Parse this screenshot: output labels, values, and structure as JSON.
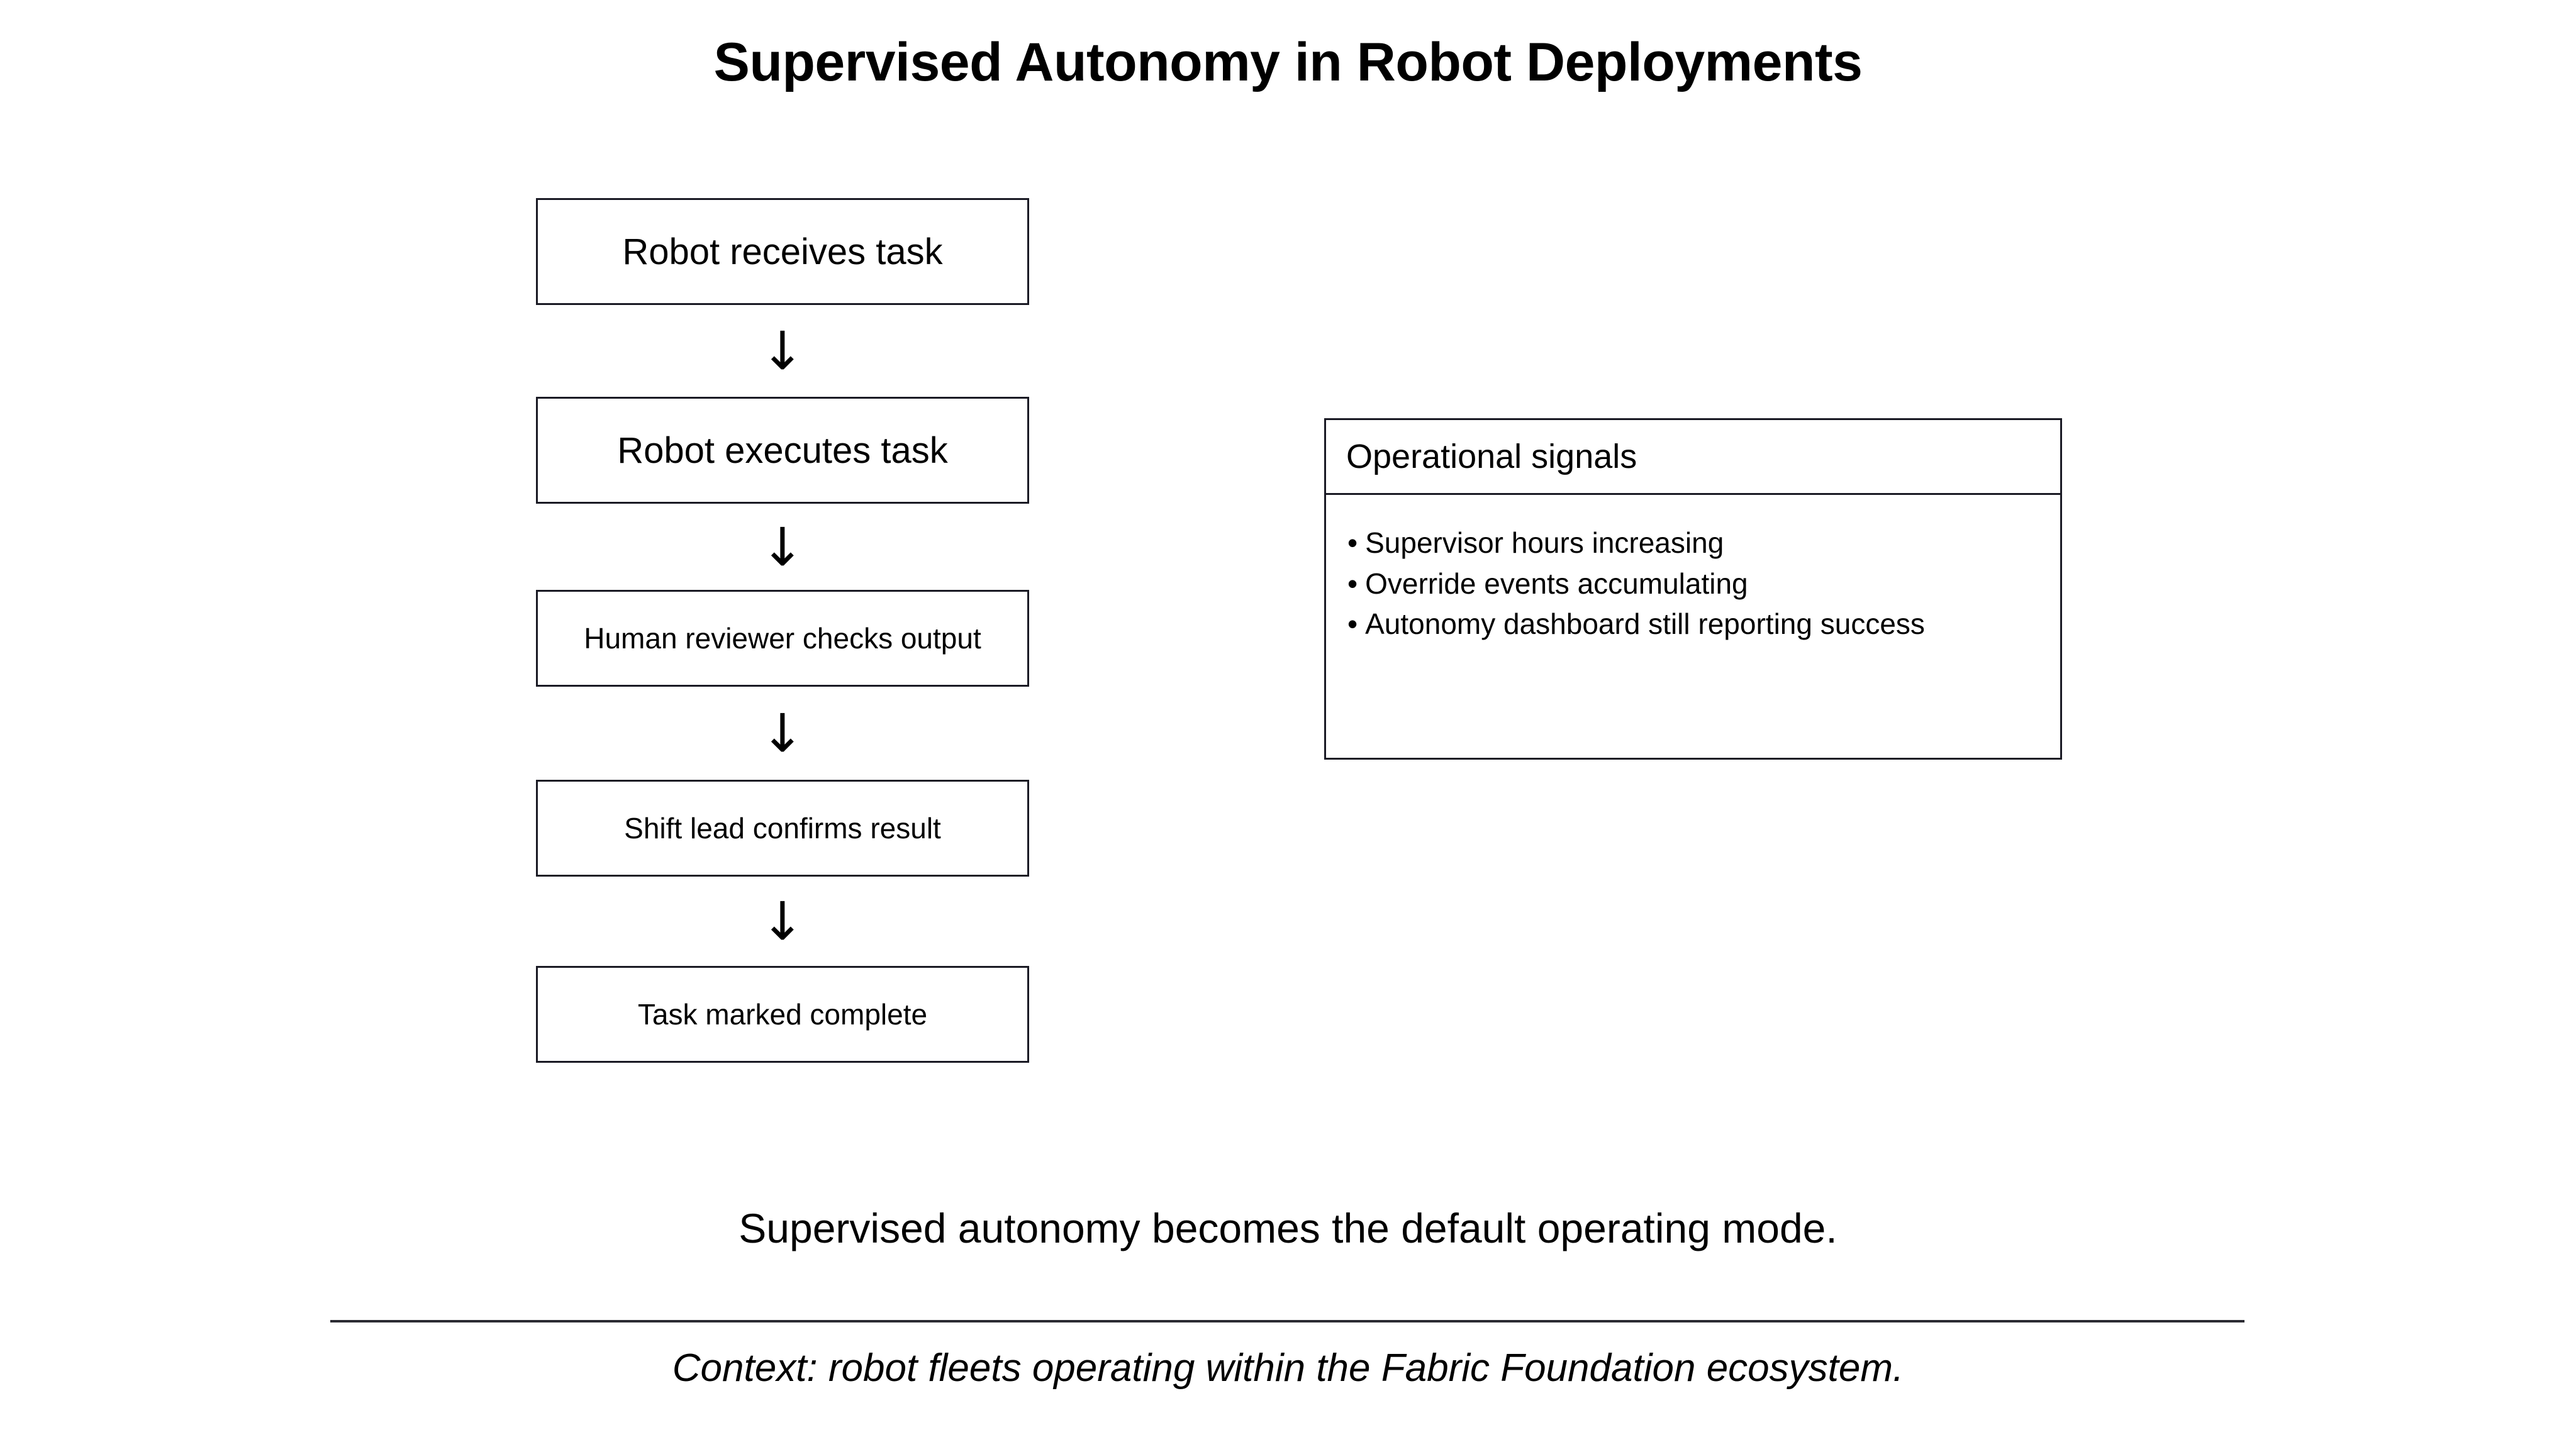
{
  "slide": {
    "title": "Supervised Autonomy in Robot Deployments",
    "background_color": "#ffffff",
    "text_color": "#000000",
    "border_color": "#1a1a24"
  },
  "flowchart": {
    "arrow_glyph": "↓",
    "steps": [
      {
        "label": "Robot receives task"
      },
      {
        "label": "Robot executes task"
      },
      {
        "label": "Human reviewer checks output"
      },
      {
        "label": "Shift lead confirms result"
      },
      {
        "label": "Task marked complete"
      }
    ]
  },
  "signals_panel": {
    "header": "Operational signals",
    "bullet_glyph": "•",
    "items": [
      "Supervisor hours increasing",
      "Override events accumulating",
      "Autonomy dashboard still reporting success"
    ]
  },
  "conclusion": "Supervised autonomy becomes the default operating mode.",
  "footer": "Context: robot fleets operating within the Fabric Foundation ecosystem."
}
